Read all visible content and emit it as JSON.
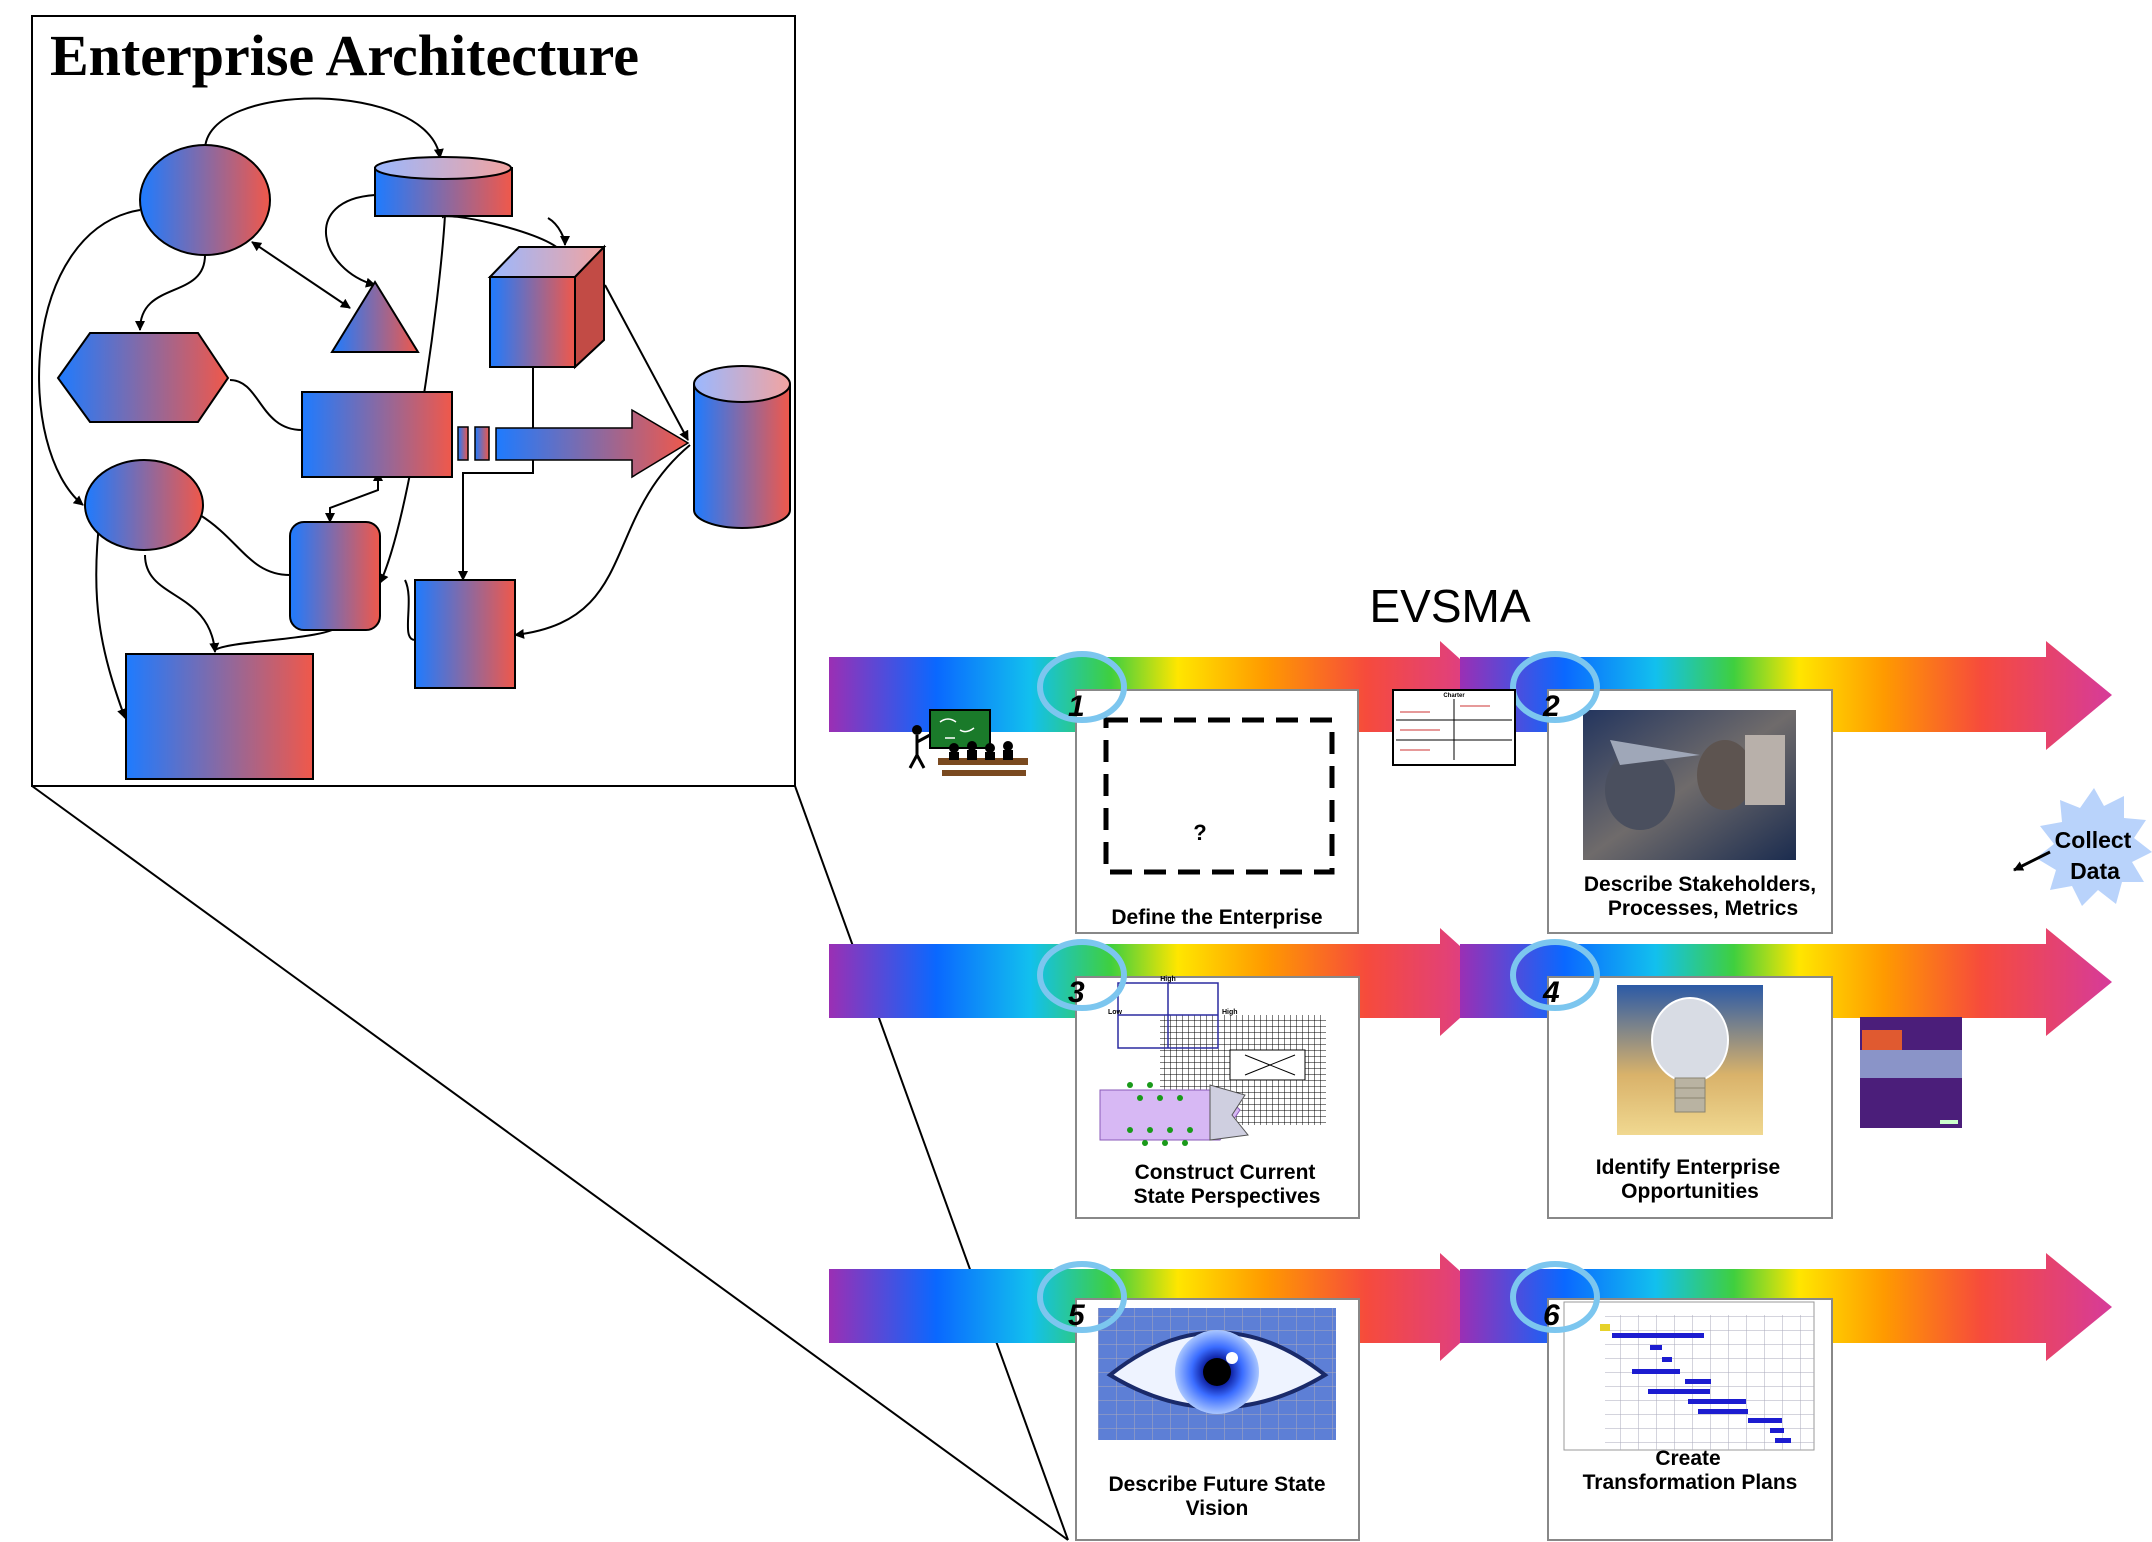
{
  "ea_panel": {
    "title": "Enterprise Architecture"
  },
  "evsma": {
    "title": "EVSMA"
  },
  "steps": [
    {
      "number": "1",
      "caption_lines": [
        "Define the Enterprise"
      ],
      "placeholder": "?"
    },
    {
      "number": "2",
      "caption_lines": [
        "Describe Stakeholders,",
        "Processes, Metrics"
      ]
    },
    {
      "number": "3",
      "caption_lines": [
        "Construct Current",
        "State Perspectives"
      ]
    },
    {
      "number": "4",
      "caption_lines": [
        "Identify Enterprise",
        "Opportunities"
      ]
    },
    {
      "number": "5",
      "caption_lines": [
        "Describe Future State",
        "Vision"
      ]
    },
    {
      "number": "6",
      "caption_lines": [
        "Create",
        "Transformation Plans"
      ]
    }
  ],
  "step3_chart": {
    "high": "High",
    "low": "Low",
    "high_right": "High"
  },
  "charter_doc": {
    "title": "Charter"
  },
  "callout": {
    "lines": [
      "Collect",
      "Data"
    ]
  },
  "colors": {
    "shape_blue": "#1e7bff",
    "shape_red": "#f0584a",
    "ring": "#7cc6ef",
    "rainbow": [
      "#9b2fb4",
      "#0a68ff",
      "#12c0ee",
      "#3fcf3f",
      "#ffe600",
      "#ff9a00",
      "#f64b3c",
      "#d63b9a"
    ],
    "burst": "#b9d3fb",
    "gantt_bar": "#1c1cd0"
  },
  "icons": [
    "teacher-chalkboard-icon",
    "charter-document-icon",
    "stakeholders-photo-icon",
    "lightbulb-photo-icon",
    "book-cover-icon",
    "eye-photo-icon",
    "gantt-chart-icon"
  ]
}
